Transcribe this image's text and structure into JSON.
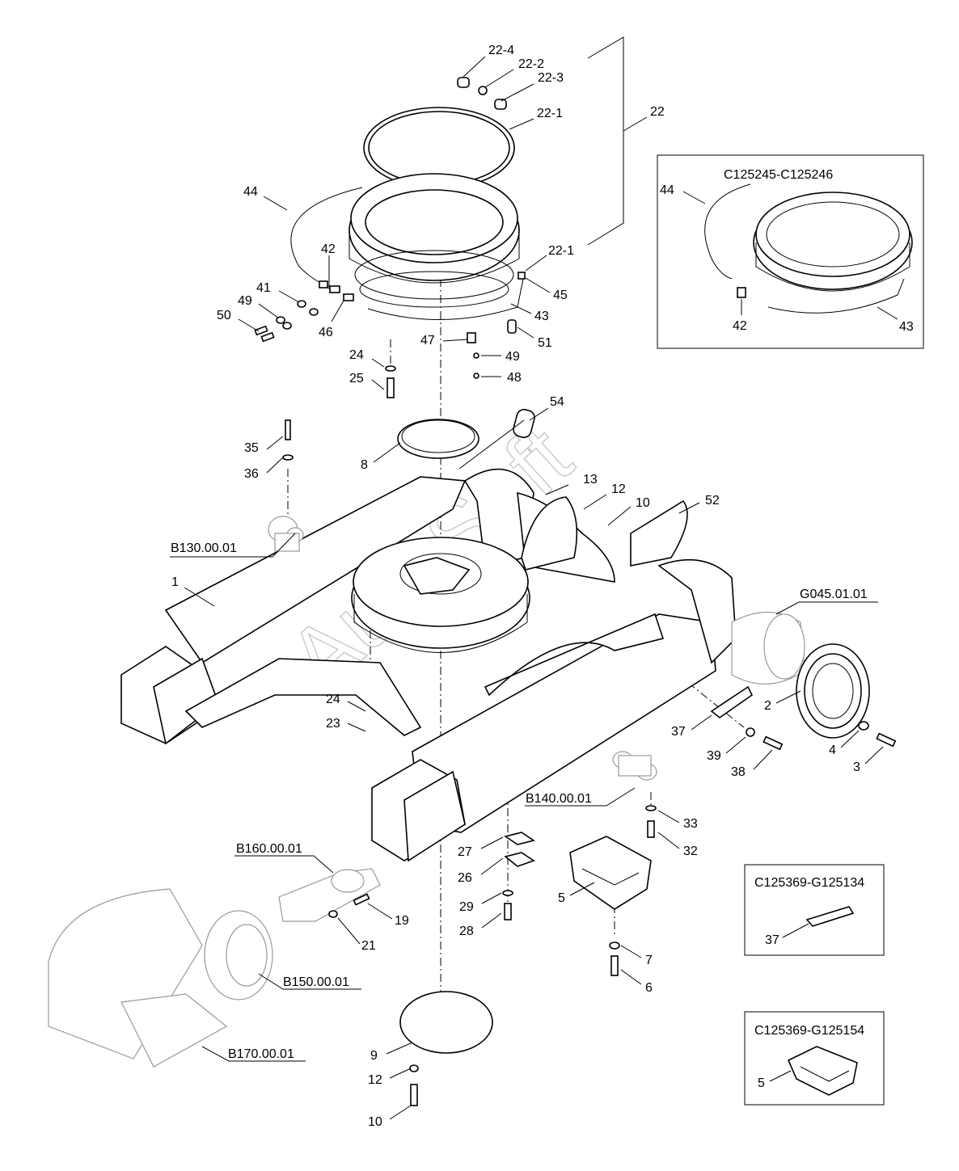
{
  "callouts": [
    "22-4",
    "22-2",
    "22-3",
    "22-1",
    "22",
    "44",
    "42",
    "41",
    "49",
    "50",
    "46",
    "22-1",
    "45",
    "43",
    "51",
    "47",
    "49",
    "48",
    "24",
    "25",
    "54",
    "35",
    "36",
    "8",
    "13",
    "12",
    "10",
    "52",
    "B130.00.01",
    "1",
    "G045.01.01",
    "24",
    "23",
    "2",
    "37",
    "39",
    "38",
    "4",
    "3",
    "B140.00.01",
    "33",
    "32",
    "27",
    "26",
    "29",
    "28",
    "5",
    "7",
    "6",
    "B160.00.01",
    "19",
    "21",
    "B150.00.01",
    "9",
    "12",
    "10",
    "B170.00.01"
  ],
  "inset_boxes": [
    {
      "title": "C125245-C125246",
      "labels": [
        "44",
        "42",
        "43"
      ]
    },
    {
      "title": "C125369-G125134",
      "labels": [
        "37"
      ]
    },
    {
      "title": "C125369-G125154",
      "labels": [
        "5"
      ]
    }
  ],
  "watermark": "AutoSoft"
}
